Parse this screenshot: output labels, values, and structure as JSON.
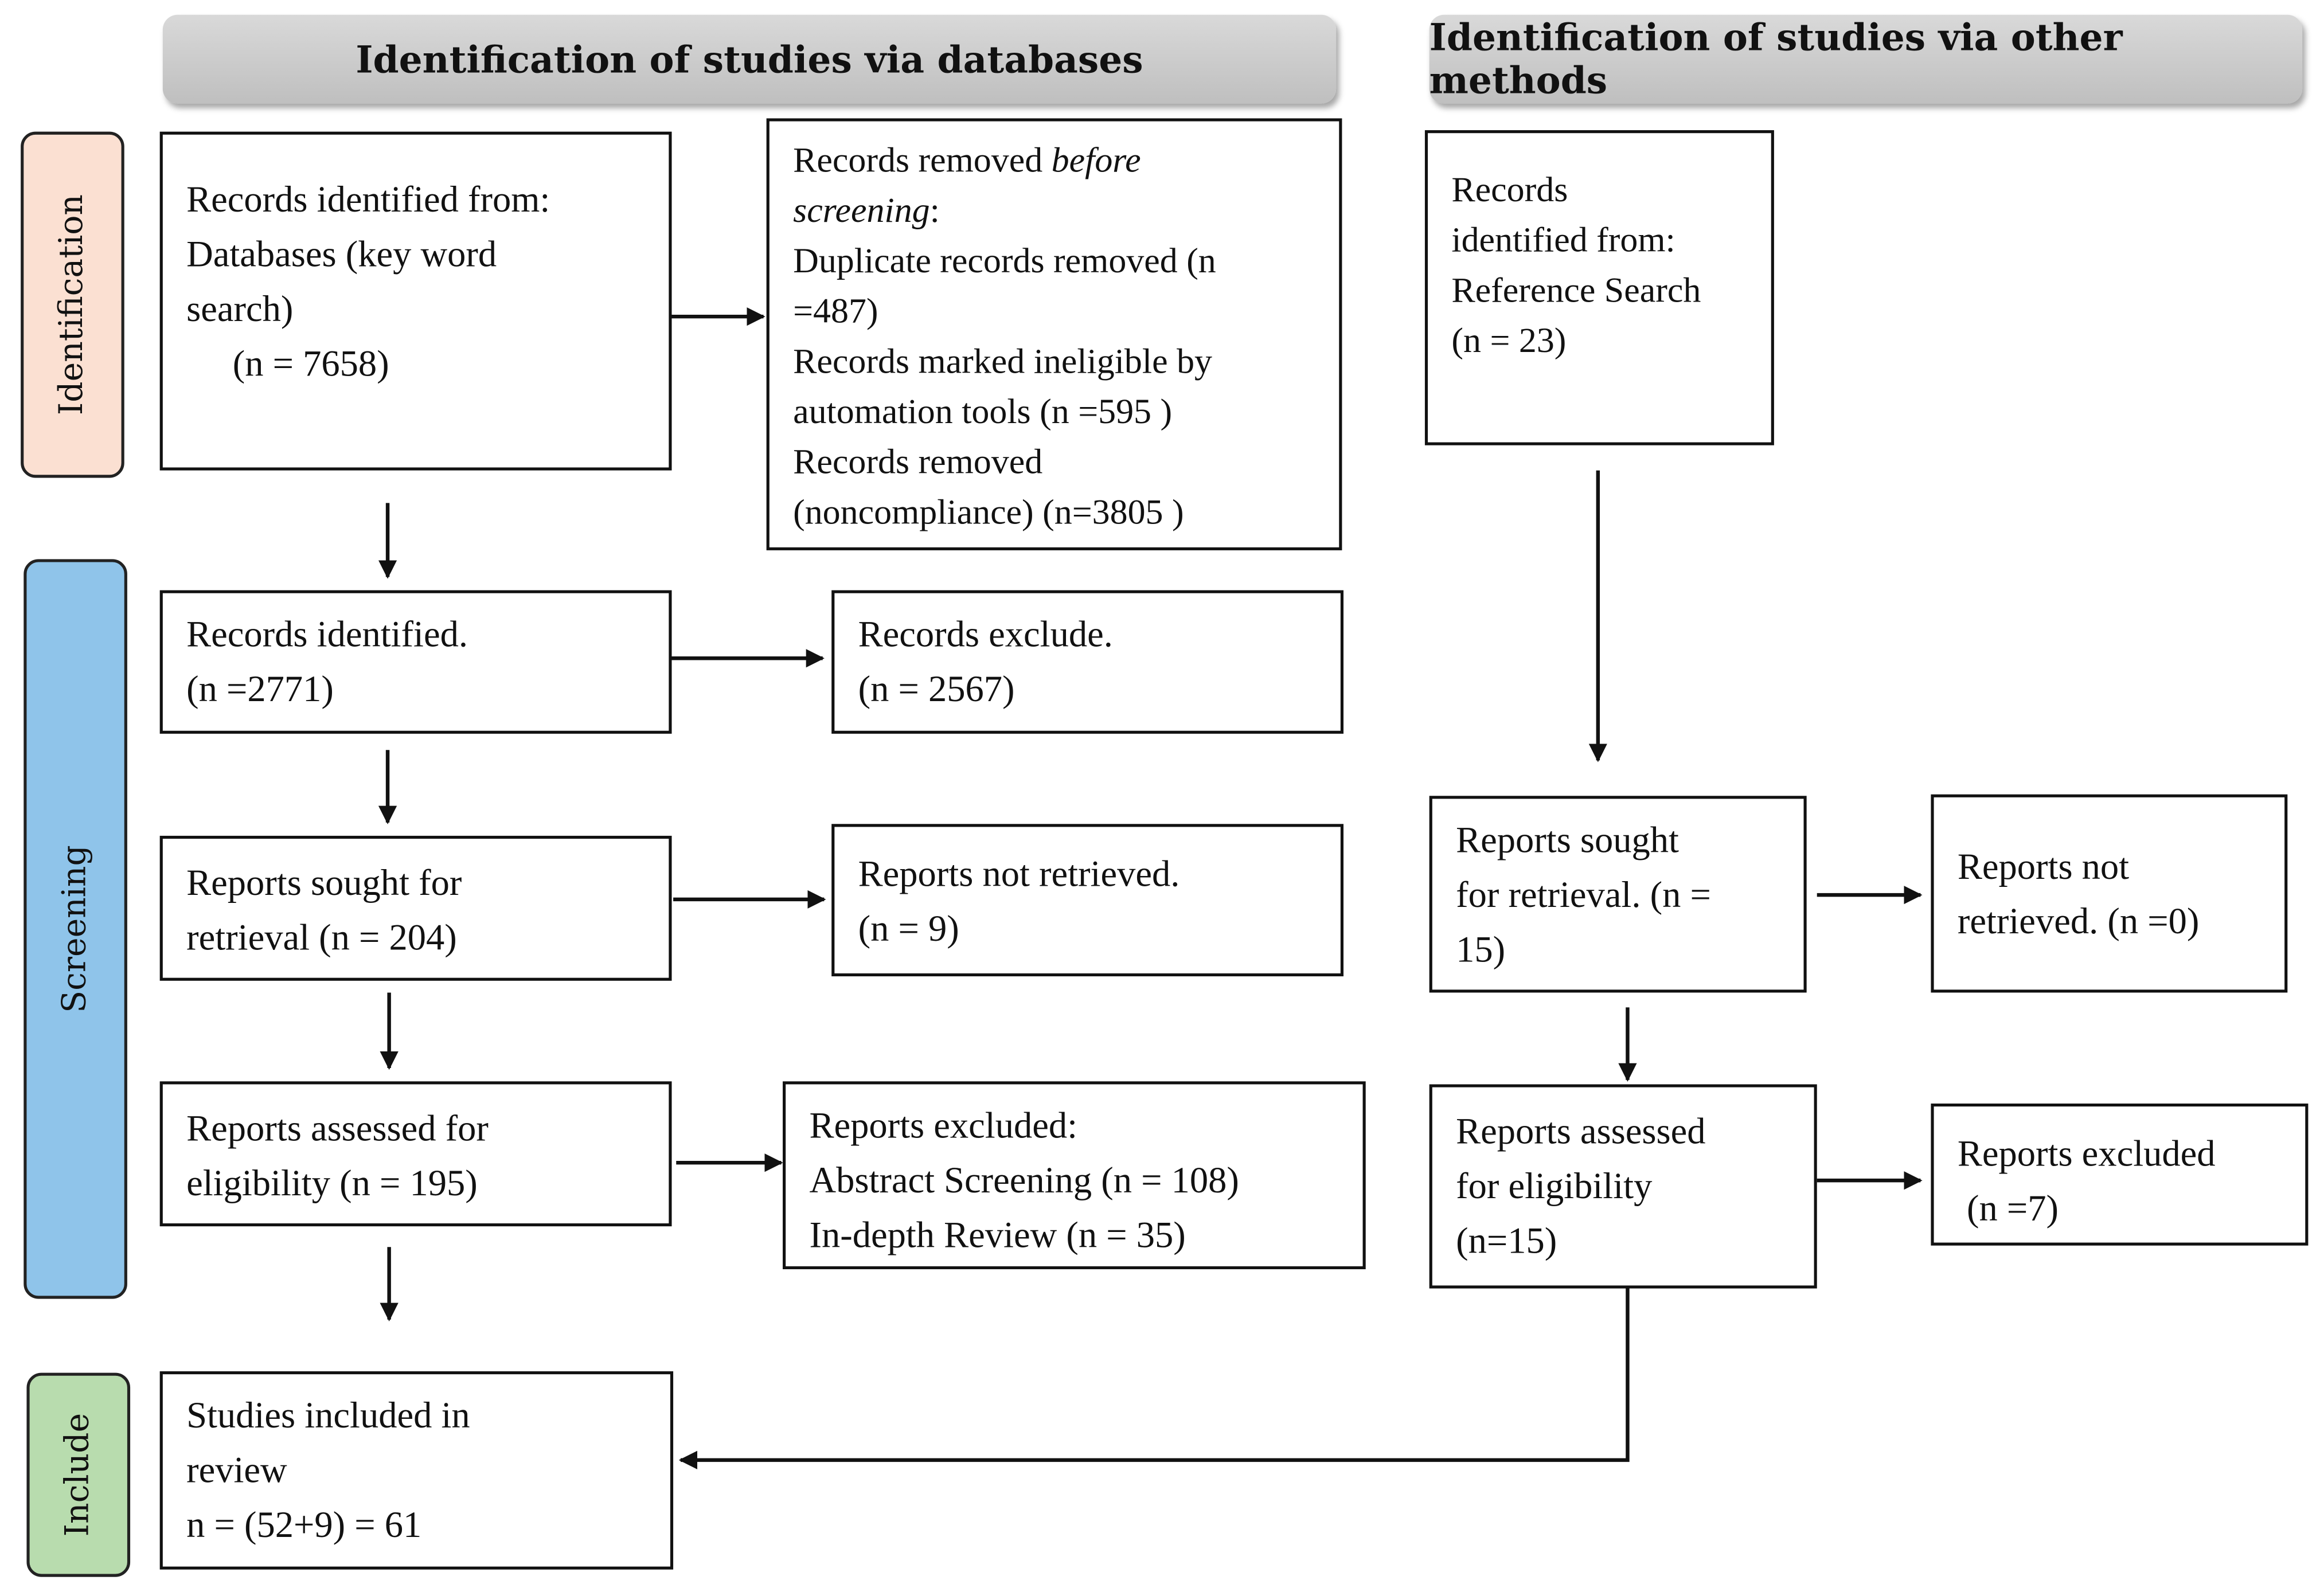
{
  "headers": {
    "databases": "Identification of studies via databases",
    "other": "Identification of studies via other methods"
  },
  "phases": {
    "identification": "Identification",
    "screening": "Screening",
    "include": "Include"
  },
  "colors": {
    "identification": "#fbe0d2",
    "screening": "#8fc4ea",
    "include": "#b8dcae"
  },
  "db": {
    "identified": [
      "Records identified from:",
      "Databases (key word",
      "search)",
      "     (n = 7658)"
    ],
    "removed": [
      "Records removed ",
      "before",
      "screening",
      ":",
      "Duplicate records removed (n",
      "=487)",
      "Records marked ineligible by",
      "automation tools (n =595 )",
      "Records removed",
      "(noncompliance) (n=3805 )"
    ],
    "screened": [
      "Records identified.",
      "(n =2771)"
    ],
    "excluded": [
      "Records exclude.",
      "(n = 2567)"
    ],
    "sought": [
      "Reports sought for",
      "retrieval (n = 204)"
    ],
    "not_retrieved": [
      "Reports not retrieved.",
      "(n = 9)"
    ],
    "assessed": [
      "Reports assessed for",
      "eligibility (n = 195)"
    ],
    "reports_excluded": [
      "Reports excluded:",
      "Abstract Screening (n = 108)",
      "In-depth Review (n = 35)"
    ],
    "included": [
      "Studies included in",
      "review",
      "n = (52+9) = 61"
    ]
  },
  "other": {
    "identified": [
      "Records",
      "identified from:",
      "Reference Search",
      "(n = 23)"
    ],
    "sought": [
      "Reports sought",
      "for retrieval. (n =",
      "15)"
    ],
    "not_retrieved": [
      "Reports not",
      "retrieved. (n =0)"
    ],
    "assessed": [
      "Reports assessed",
      "for eligibility",
      "(n=15)"
    ],
    "excluded": [
      "Reports excluded",
      " (n =7)"
    ]
  }
}
